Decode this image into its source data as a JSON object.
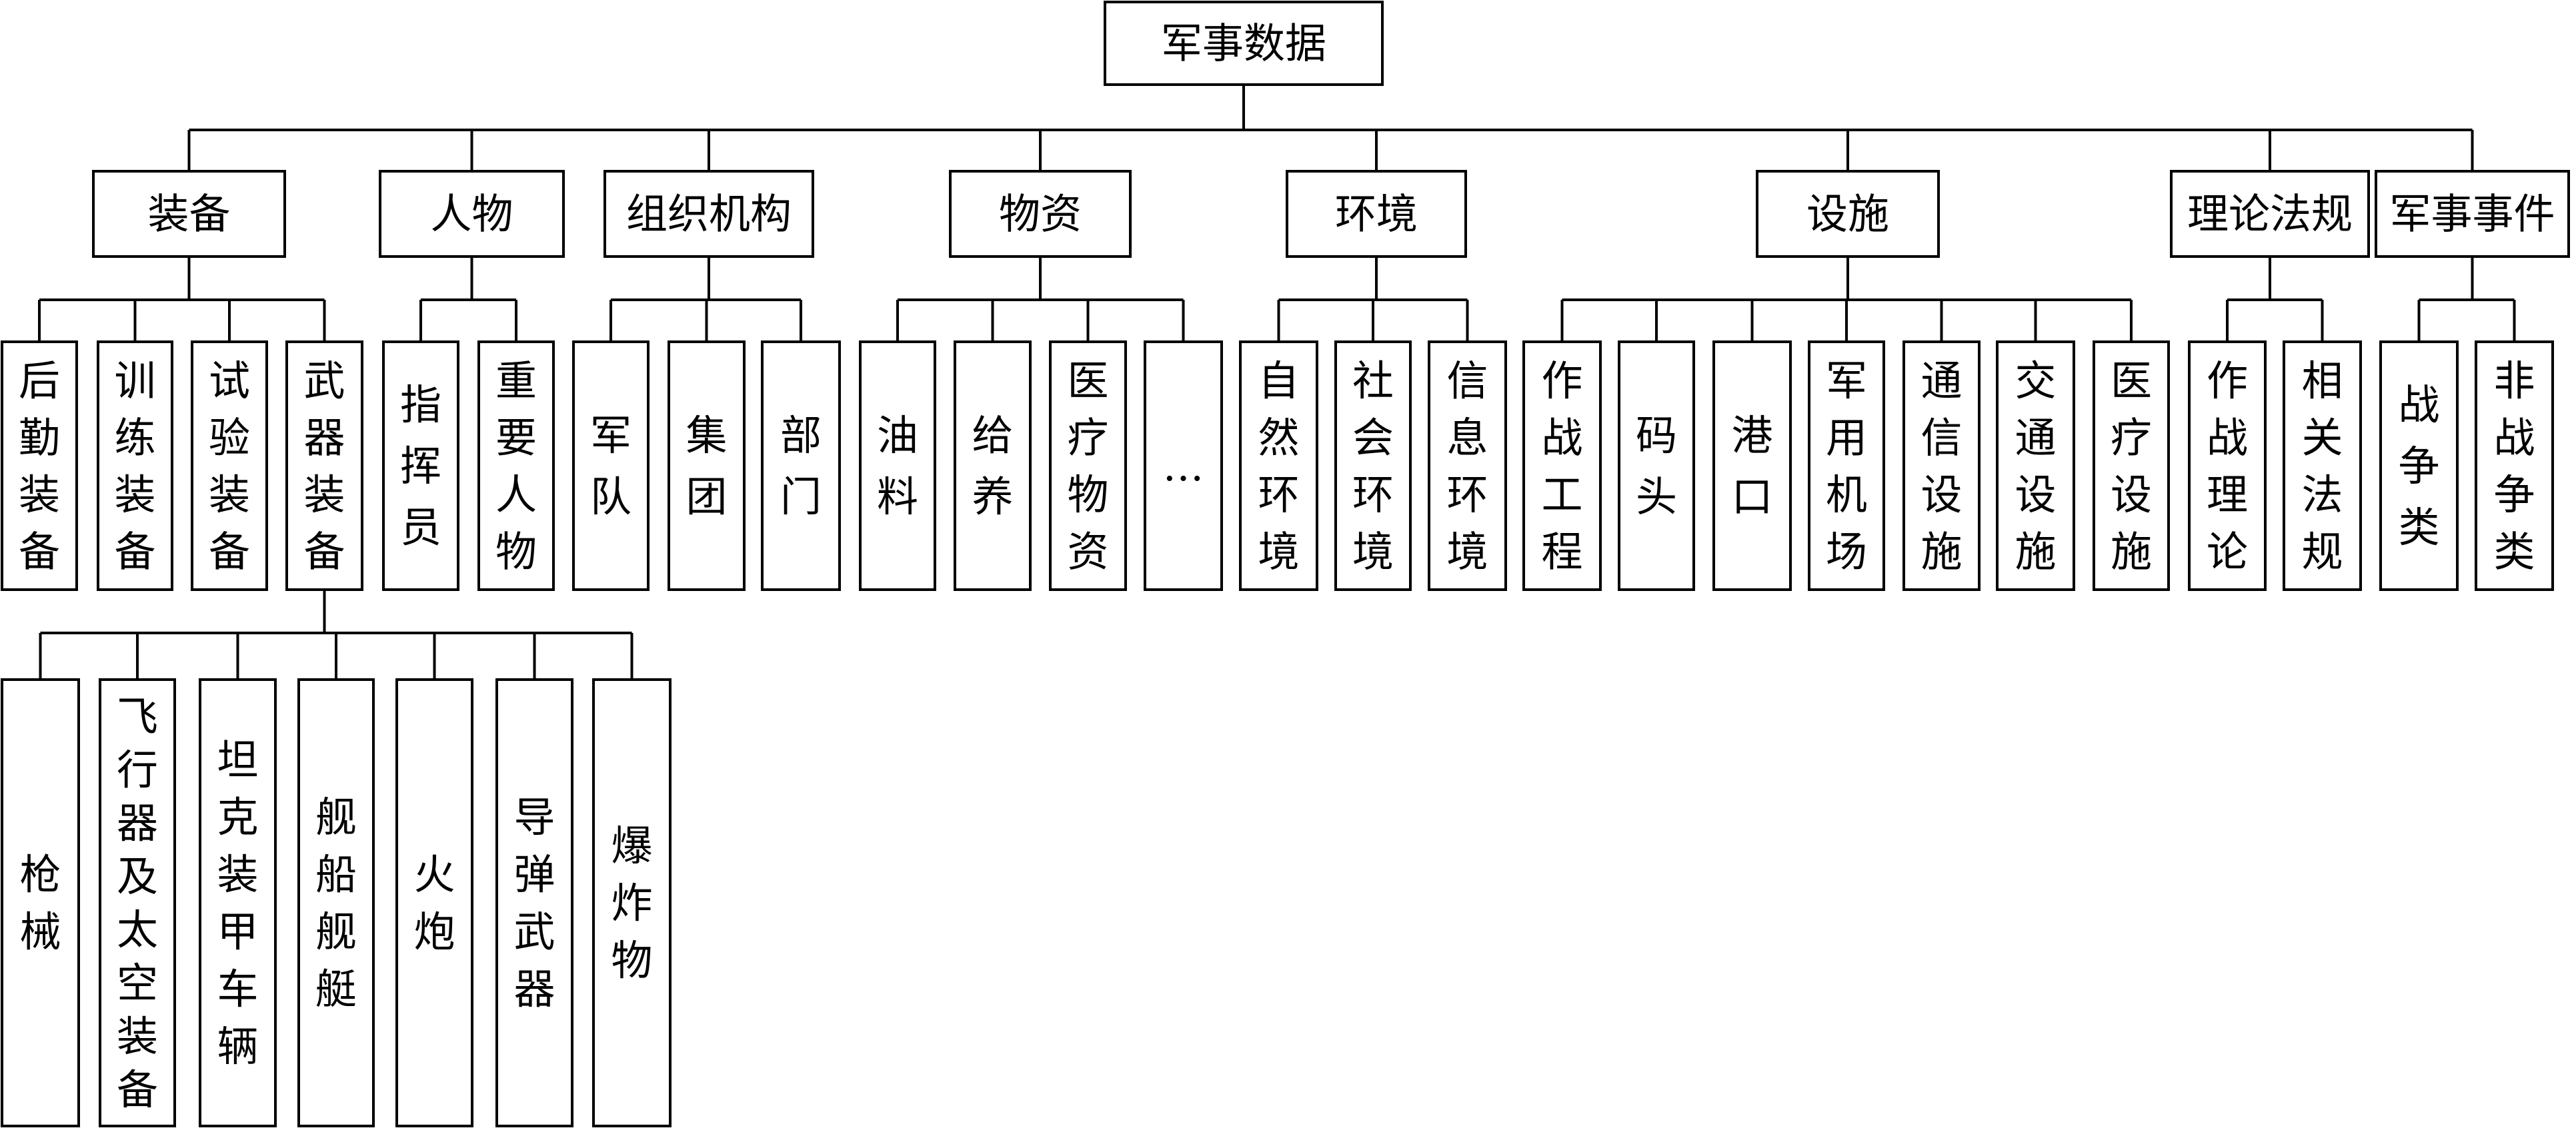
{
  "diagram": {
    "root": {
      "label": "军事数据",
      "children": [
        {
          "label": "装备",
          "children": [
            {
              "label": "后勤装备"
            },
            {
              "label": "训练装备"
            },
            {
              "label": "试验装备"
            },
            {
              "label": "武器装备",
              "children": [
                {
                  "label": "枪械"
                },
                {
                  "label": "飞行器及太空装备"
                },
                {
                  "label": "坦克装甲车辆"
                },
                {
                  "label": "舰船舰艇"
                },
                {
                  "label": "火炮"
                },
                {
                  "label": "导弹武器"
                },
                {
                  "label": "爆炸物"
                }
              ]
            }
          ]
        },
        {
          "label": "人物",
          "children": [
            {
              "label": "指挥员"
            },
            {
              "label": "重要人物"
            }
          ]
        },
        {
          "label": "组织机构",
          "children": [
            {
              "label": "军队"
            },
            {
              "label": "集团"
            },
            {
              "label": "部门"
            }
          ]
        },
        {
          "label": "物资",
          "children": [
            {
              "label": "油料"
            },
            {
              "label": "给养"
            },
            {
              "label": "医疗物资"
            },
            {
              "label": "…"
            }
          ]
        },
        {
          "label": "环境",
          "children": [
            {
              "label": "自然环境"
            },
            {
              "label": "社会环境"
            },
            {
              "label": "信息环境"
            }
          ]
        },
        {
          "label": "设施",
          "children": [
            {
              "label": "作战工程"
            },
            {
              "label": "码头"
            },
            {
              "label": "港口"
            },
            {
              "label": "军用机场"
            },
            {
              "label": "通信设施"
            },
            {
              "label": "交通设施"
            },
            {
              "label": "医疗设施"
            }
          ]
        },
        {
          "label": "理论法规",
          "children": [
            {
              "label": "作战理论"
            },
            {
              "label": "相关法规"
            }
          ]
        },
        {
          "label": "军事事件",
          "children": [
            {
              "label": "战争类"
            },
            {
              "label": "非战争类"
            }
          ]
        }
      ]
    }
  }
}
